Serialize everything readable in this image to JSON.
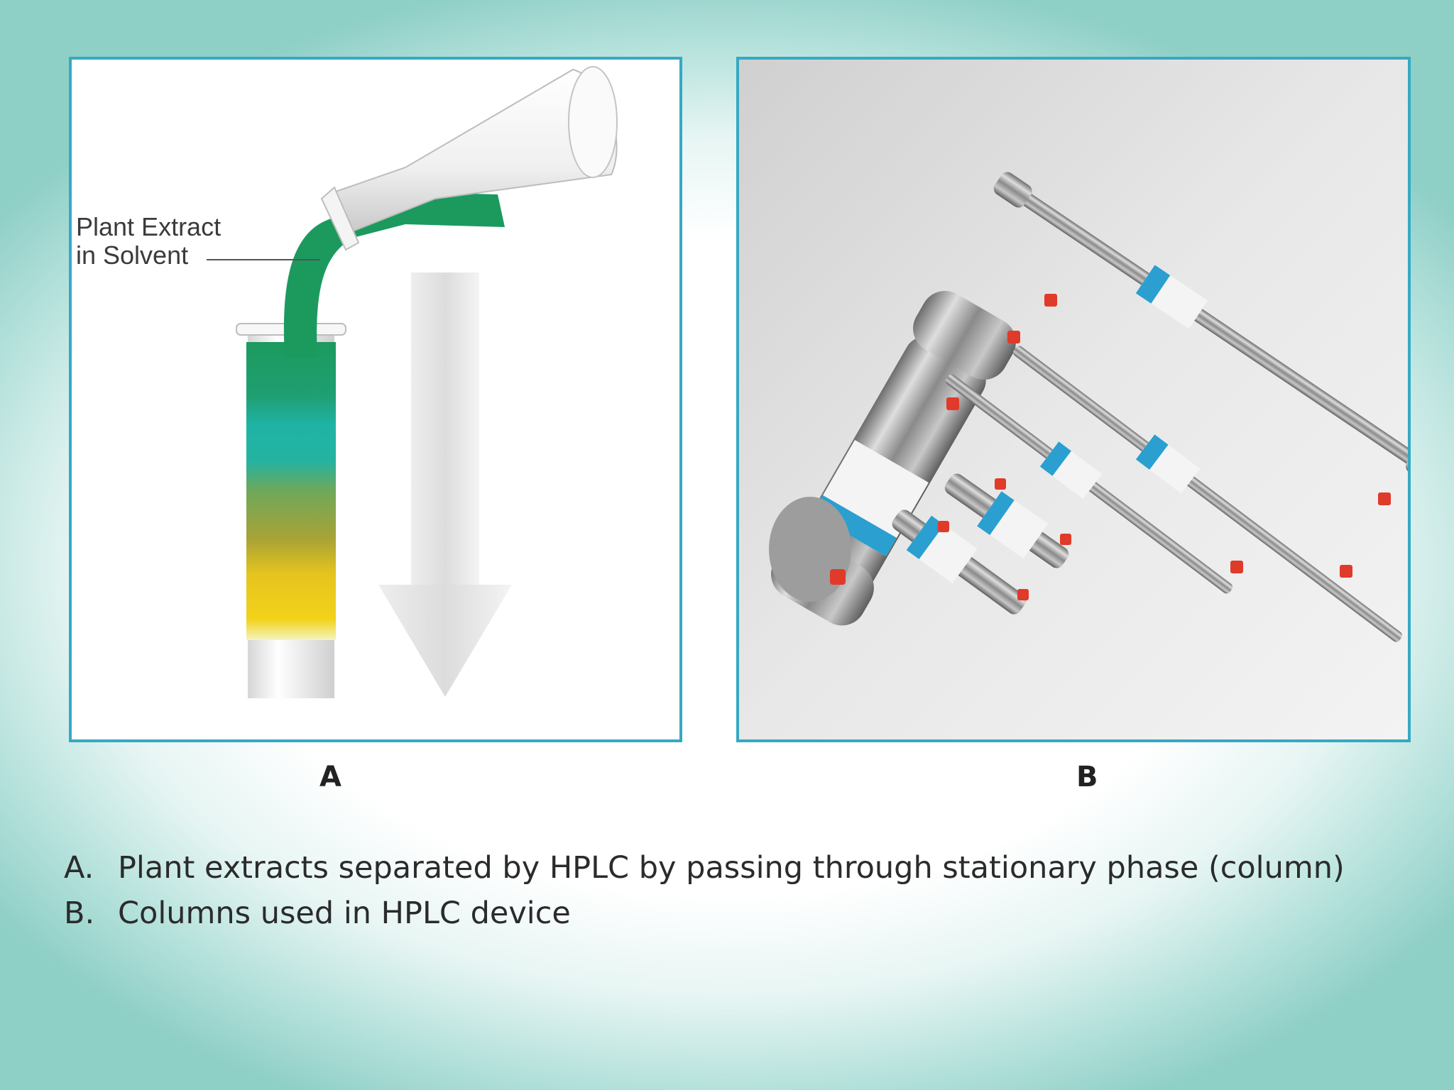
{
  "slide": {
    "panel_a": {
      "letter": "A",
      "callout_lines": [
        "Plant Extract",
        "in Solvent"
      ]
    },
    "panel_b": {
      "letter": "B"
    },
    "captions": [
      {
        "key": "A.",
        "text": "Plant extracts separated by HPLC by passing through stationary phase (column)"
      },
      {
        "key": "B.",
        "text": "Columns used in HPLC device"
      }
    ],
    "colors": {
      "frame_border": "#36a9c4",
      "background_edge": "#8ecfc6",
      "extract_green": "#1c9a5e",
      "cap_red": "#e03a2a",
      "label_blue": "#2a9fd0"
    }
  }
}
